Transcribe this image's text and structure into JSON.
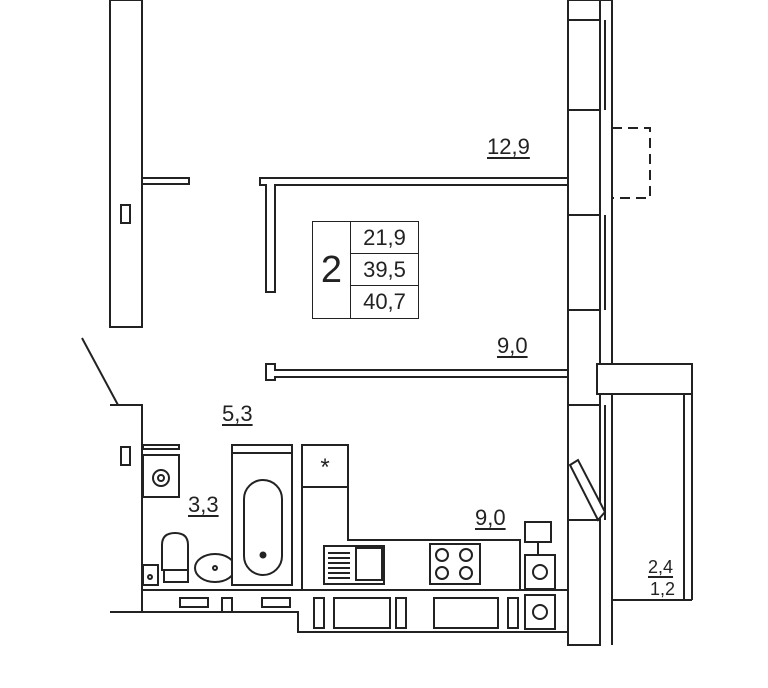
{
  "plan": {
    "rooms_count": "2",
    "areas": {
      "living": "21,9",
      "useful": "39,5",
      "total": "40,7"
    },
    "rooms": [
      {
        "key": "bedroom",
        "area": "12,9"
      },
      {
        "key": "living",
        "area": "9,0"
      },
      {
        "key": "hall",
        "area": "5,3"
      },
      {
        "key": "bathroom",
        "area": "3,3"
      },
      {
        "key": "kitchen",
        "area": "9,0"
      }
    ],
    "balcony": {
      "area": "2,4",
      "reduced_area": "1,2"
    },
    "colors": {
      "wall": "#222222",
      "fill": "#ffffff",
      "wall_fill": "#e6e6e6"
    }
  }
}
